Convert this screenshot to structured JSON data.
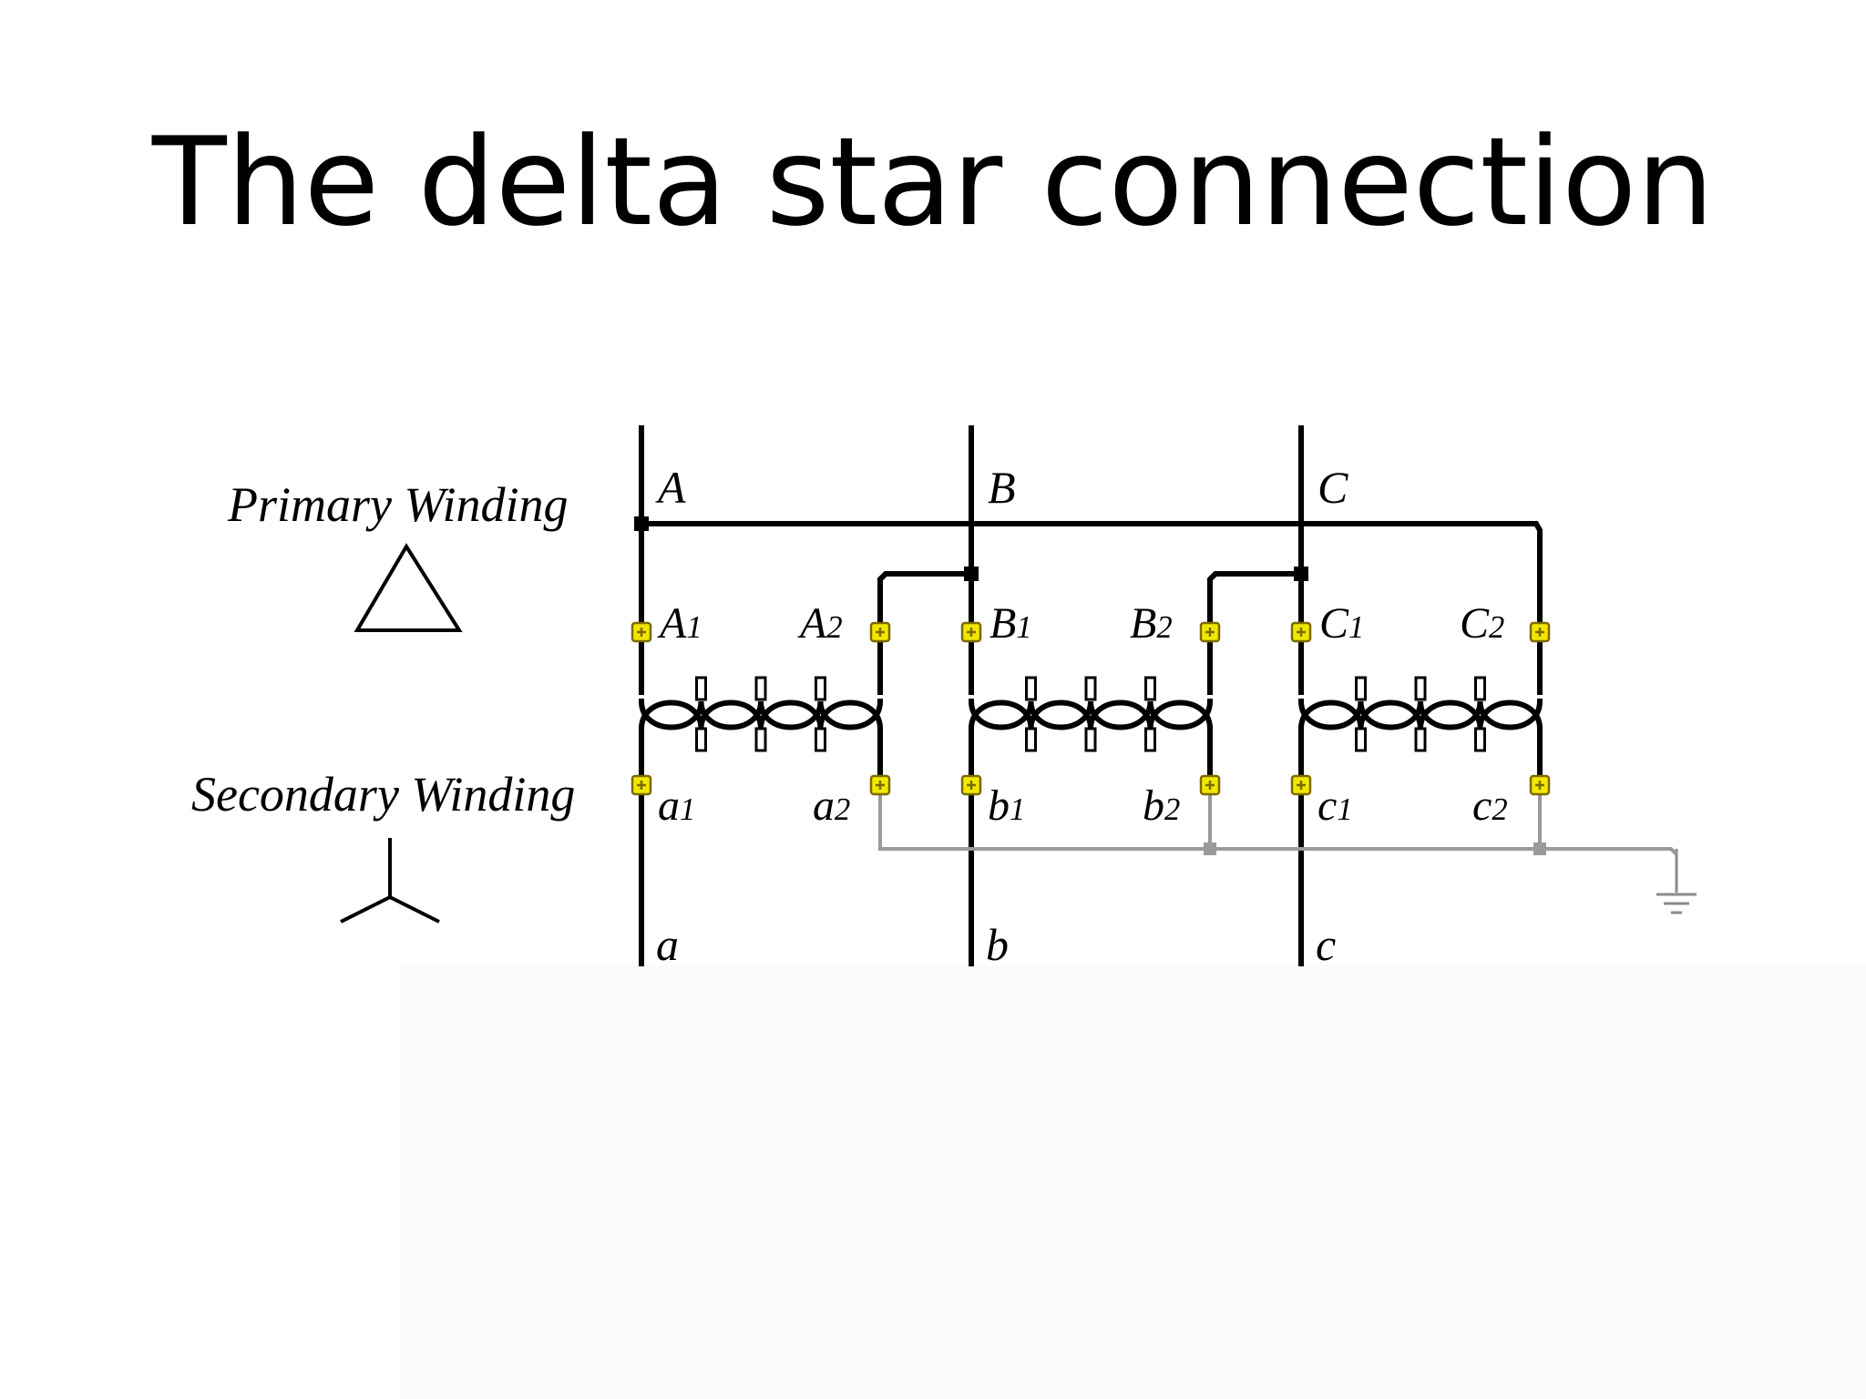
{
  "title": "The delta star connection",
  "primary_label": "Primary Winding",
  "secondary_label": "Secondary Winding",
  "phases": [
    {
      "line_top": "A",
      "line_bottom": "a",
      "primary_left": "A",
      "primary_left_sub": "1",
      "primary_right": "A",
      "primary_right_sub": "2",
      "secondary_left": "a",
      "secondary_left_sub": "1",
      "secondary_right": "a",
      "secondary_right_sub": "2"
    },
    {
      "line_top": "B",
      "line_bottom": "b",
      "primary_left": "B",
      "primary_left_sub": "1",
      "primary_right": "B",
      "primary_right_sub": "2",
      "secondary_left": "b",
      "secondary_left_sub": "1",
      "secondary_right": "b",
      "secondary_right_sub": "2"
    },
    {
      "line_top": "C",
      "line_bottom": "c",
      "primary_left": "C",
      "primary_left_sub": "1",
      "primary_right": "C",
      "primary_right_sub": "2",
      "secondary_left": "c",
      "secondary_left_sub": "1",
      "secondary_right": "c",
      "secondary_right_sub": "2"
    }
  ],
  "colors": {
    "wire": "#000000",
    "neutral_wire": "#9a9a9a",
    "terminal_fill": "#f2e600",
    "terminal_stroke": "#7a6a00"
  },
  "icons": {
    "delta": "delta-triangle-icon",
    "star": "star-wye-icon",
    "ground": "ground-icon"
  }
}
